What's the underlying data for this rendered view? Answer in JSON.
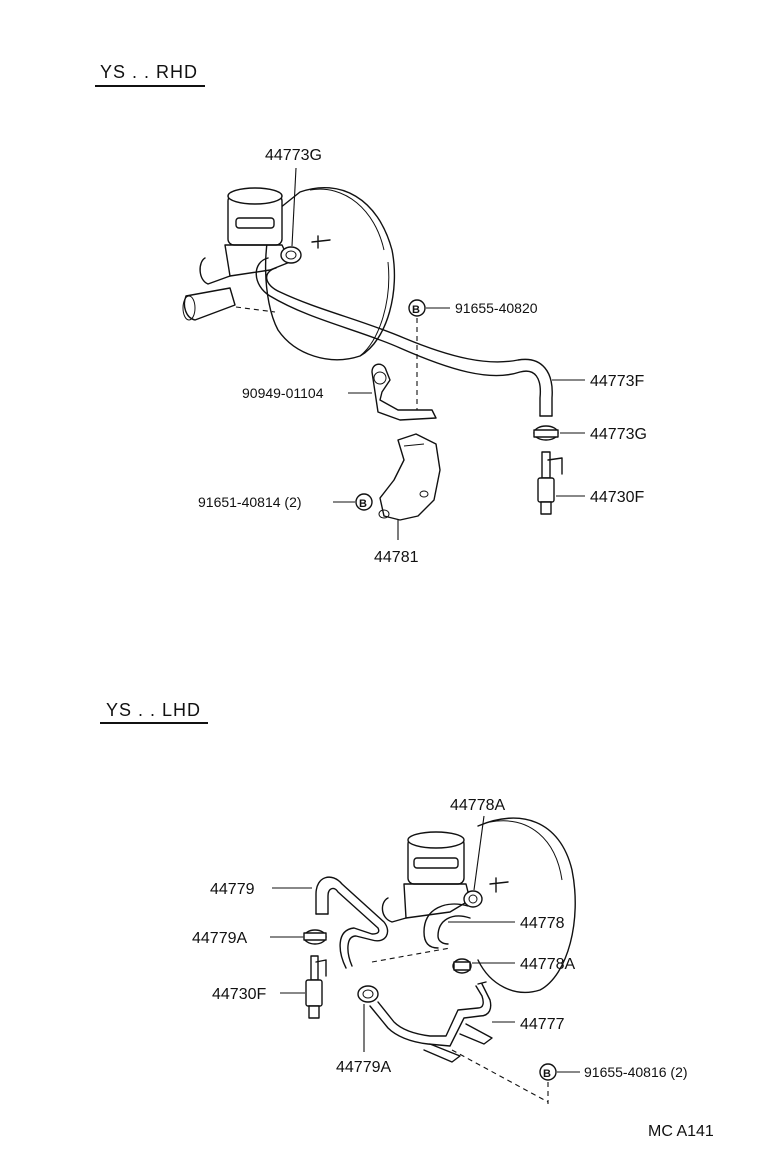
{
  "sections": {
    "rhd_title": "YS . . RHD",
    "lhd_title": "YS . . LHD"
  },
  "rhd": {
    "top_clamp": "44773G",
    "bolt_part": "91655-40820",
    "bracket_clip": "90949-01104",
    "hose": "44773F",
    "clamp": "44773G",
    "check_valve": "44730F",
    "bracket_bolts": "91651-40814 (2)",
    "bracket": "44781"
  },
  "lhd": {
    "top_clamp": "44778A",
    "hose_left": "44779",
    "clamp_left": "44779A",
    "check_valve": "44730F",
    "clamp_lower": "44779A",
    "hose_right": "44778",
    "clamp_right": "44778A",
    "pipe": "44777",
    "bolt_part": "91655-40816 (2)"
  },
  "footer": {
    "code": "MC  A141"
  },
  "icons": {
    "bolt_marker": "B"
  }
}
